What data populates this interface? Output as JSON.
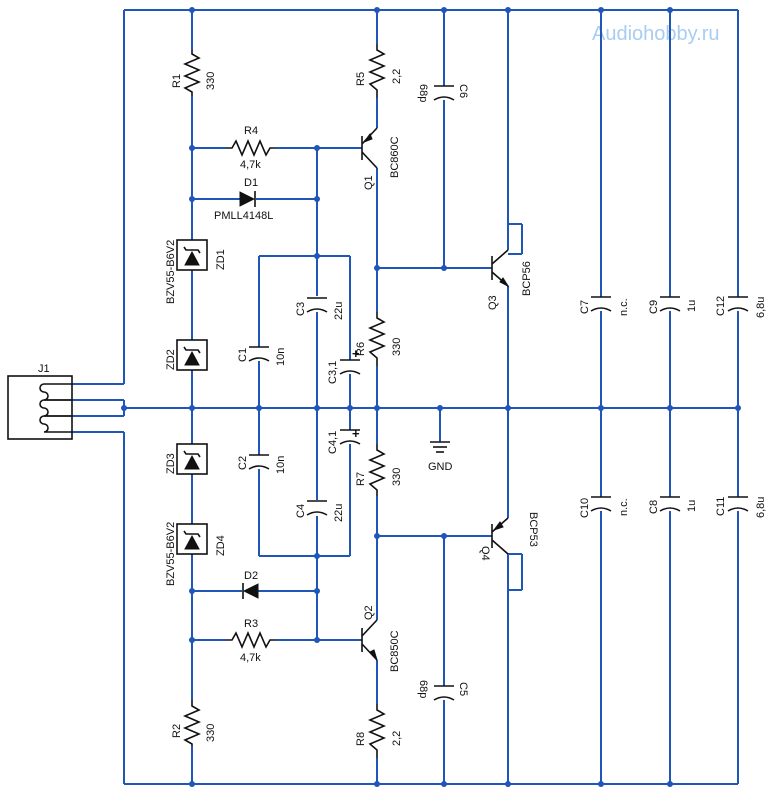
{
  "watermark": "Audiohobby.ru",
  "components": {
    "R1": {
      "ref": "R1",
      "value": "330"
    },
    "R2": {
      "ref": "R2",
      "value": "330"
    },
    "R3": {
      "ref": "R3",
      "value": "4,7k"
    },
    "R4": {
      "ref": "R4",
      "value": "4,7k"
    },
    "R5": {
      "ref": "R5",
      "value": "2,2"
    },
    "R6": {
      "ref": "R6",
      "value": "330"
    },
    "R7": {
      "ref": "R7",
      "value": "330"
    },
    "R8": {
      "ref": "R8",
      "value": "2,2"
    },
    "D1": {
      "ref": "D1",
      "value": "PMLL4148L"
    },
    "D2": {
      "ref": "D2",
      "value": ""
    },
    "ZD1": {
      "ref": "ZD1",
      "value": "BZV55-B6V2"
    },
    "ZD2": {
      "ref": "ZD2",
      "value": ""
    },
    "ZD3": {
      "ref": "ZD3",
      "value": ""
    },
    "ZD4": {
      "ref": "ZD4",
      "value": "BZV55-B6V2"
    },
    "C1": {
      "ref": "C1",
      "value": "10n"
    },
    "C2": {
      "ref": "C2",
      "value": "10n"
    },
    "C3": {
      "ref": "C3",
      "value": "22u"
    },
    "C4": {
      "ref": "C4",
      "value": "22u"
    },
    "C31": {
      "ref": "C3,1",
      "value": ""
    },
    "C41": {
      "ref": "C4,1",
      "value": ""
    },
    "C5": {
      "ref": "C5",
      "value": "68p"
    },
    "C6": {
      "ref": "C6",
      "value": "68p"
    },
    "C7": {
      "ref": "C7",
      "value": "n.c."
    },
    "C8": {
      "ref": "C8",
      "value": "1u"
    },
    "C9": {
      "ref": "C9",
      "value": "1u"
    },
    "C10": {
      "ref": "C10",
      "value": "n.c."
    },
    "C11": {
      "ref": "C11",
      "value": "6,8u"
    },
    "C12": {
      "ref": "C12",
      "value": "6,8u"
    },
    "Q1": {
      "ref": "Q1",
      "value": "BC860C"
    },
    "Q2": {
      "ref": "Q2",
      "value": "BC850C"
    },
    "Q3": {
      "ref": "Q3",
      "value": "BCP56"
    },
    "Q4": {
      "ref": "Q4",
      "value": "BCP53"
    },
    "J1": {
      "ref": "J1"
    }
  },
  "net_labels": {
    "gnd": "GND"
  },
  "colors": {
    "wire": "#1f56b8",
    "component": "#111111",
    "watermark": "#a8cdf0"
  }
}
